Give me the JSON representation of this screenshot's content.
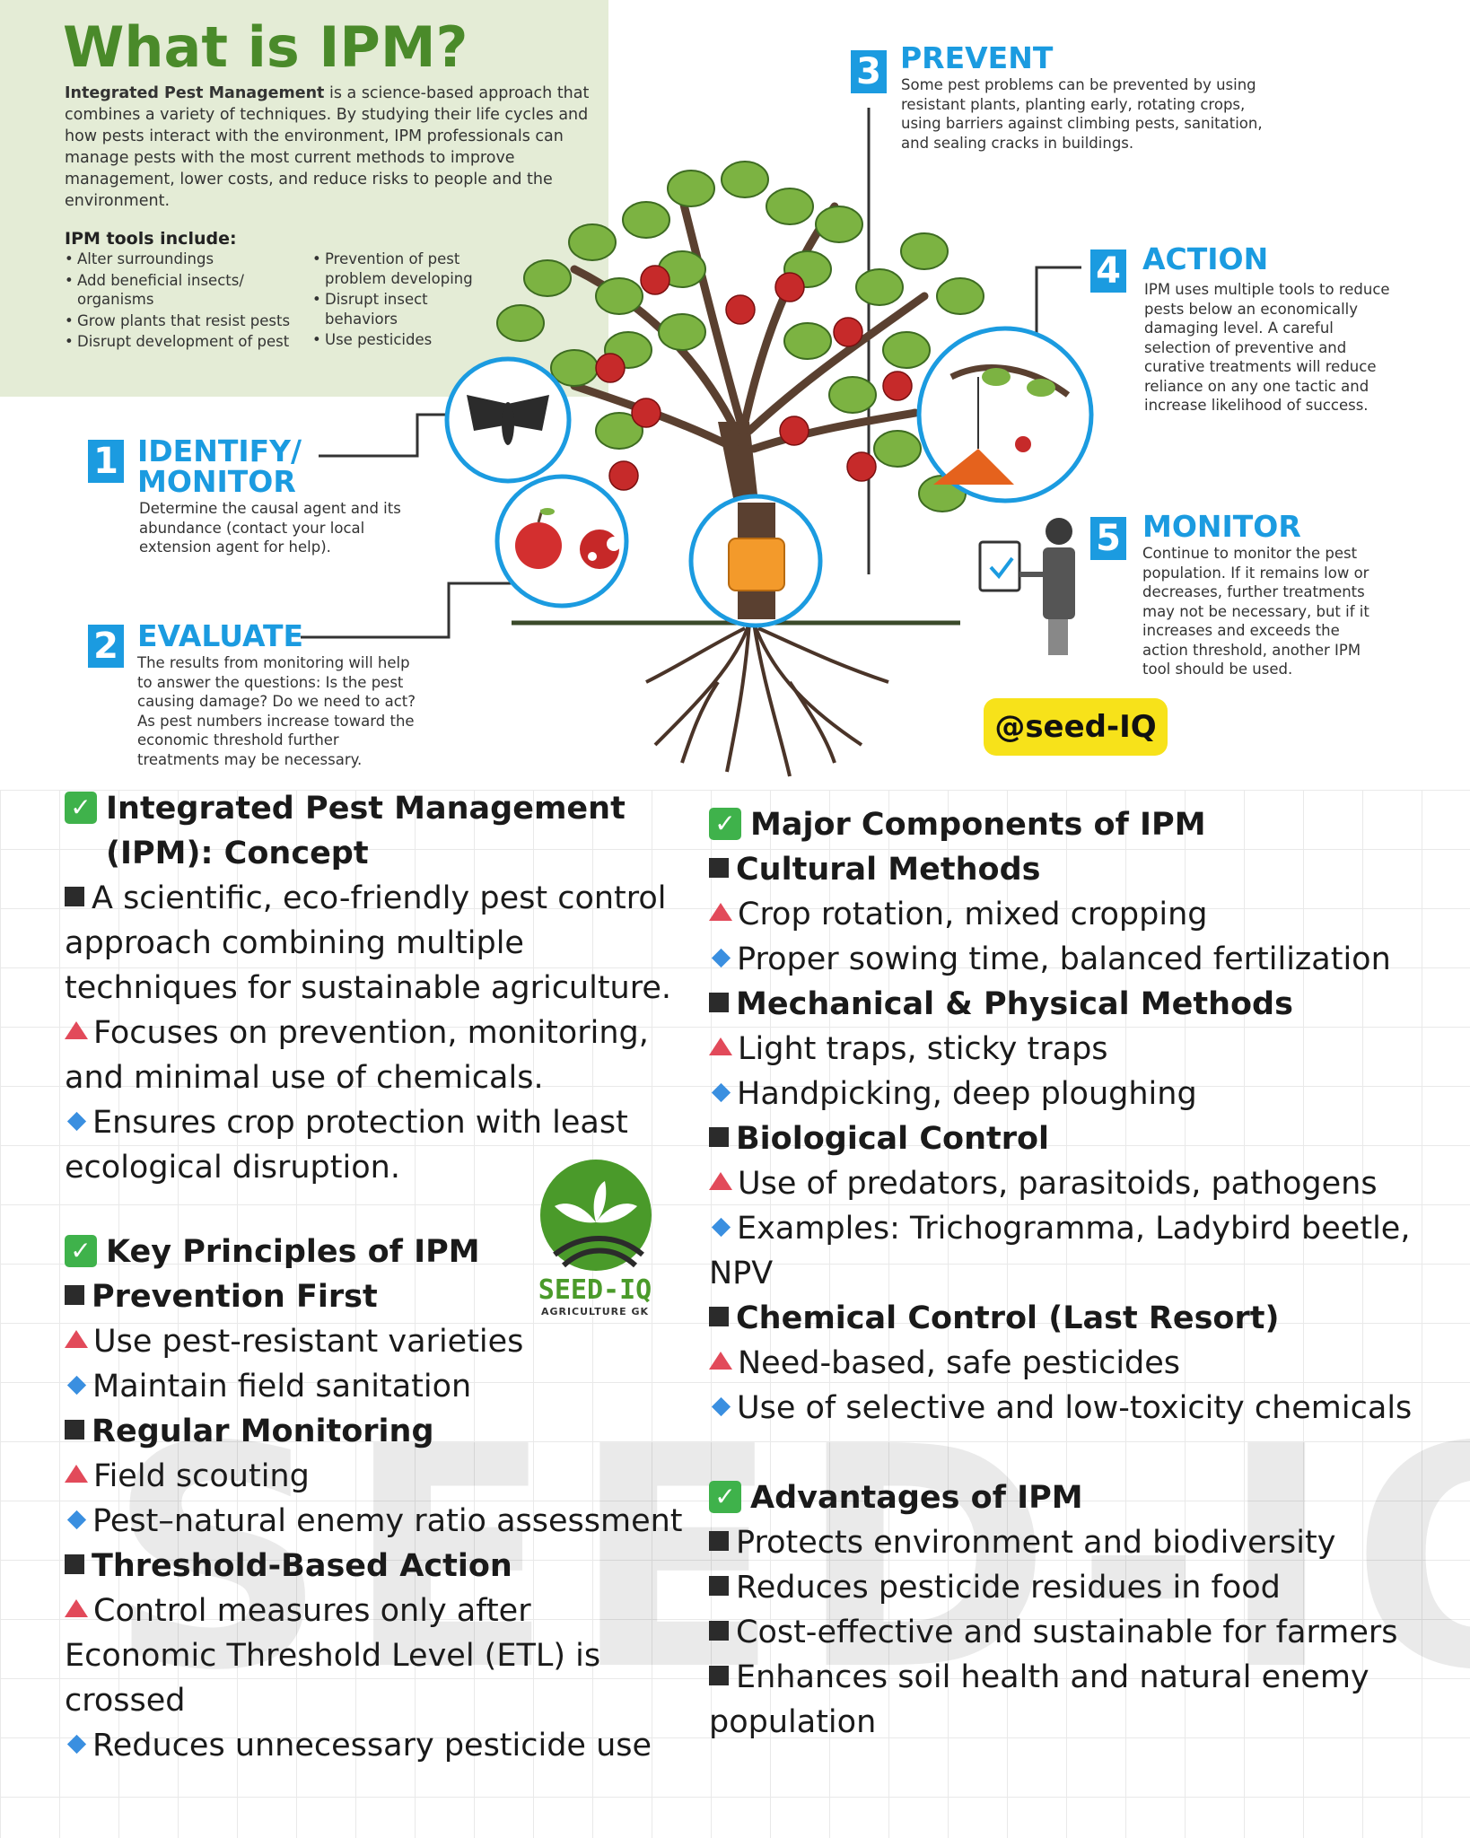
{
  "intro": {
    "title": "What is IPM?",
    "lead_bold": "Integrated Pest Management",
    "lead_rest": " is a science-based approach that combines a variety of techniques. By studying their life cycles and how pests interact with the environment, IPM professionals can manage pests with the most current methods to improve management, lower costs, and reduce risks to people and the environment.",
    "tools_heading": "IPM tools include:",
    "tools_left": [
      "Alter surroundings",
      "Add beneficial insects/ organisms",
      "Grow plants that resist pests",
      "Disrupt development of pest"
    ],
    "tools_right": [
      "Prevention of pest problem developing",
      "Disrupt insect behaviors",
      "Use pesticides"
    ]
  },
  "steps": [
    {
      "num": "1",
      "title": "IDENTIFY/ MONITOR",
      "desc": "Determine the causal agent and its abundance (contact your local extension agent for help)."
    },
    {
      "num": "2",
      "title": "EVALUATE",
      "desc": "The results from monitoring will help to answer the questions: Is the pest causing damage? Do we need to act? As pest numbers increase toward the economic threshold further treatments may be necessary."
    },
    {
      "num": "3",
      "title": "PREVENT",
      "desc": "Some pest problems can be prevented by using resistant plants, planting early, rotating crops, using barriers against climbing pests, sanitation, and sealing cracks in buildings."
    },
    {
      "num": "4",
      "title": "ACTION",
      "desc": "IPM uses multiple tools to reduce pests below an economically damaging level. A careful selection of preventive and curative treatments will reduce reliance on any one tactic and increase likelihood of success."
    },
    {
      "num": "5",
      "title": "MONITOR",
      "desc": "Continue to monitor the pest population. If it remains low or decreases, further treatments may not be necessary, but if it increases and exceeds the action threshold, another IPM tool should be used."
    }
  ],
  "badge": "@seed-IQ",
  "watermark": "SEED-IQ",
  "logo": {
    "name": "SEED-IQ",
    "tagline": "AGRICULTURE GK"
  },
  "left": {
    "concept_title": "Integrated Pest Management (IPM): Concept",
    "concept": [
      "A scientific, eco-friendly pest control approach combining multiple techniques for sustainable agriculture.",
      "Focuses on prevention, monitoring, and minimal use of chemicals.",
      "Ensures crop protection with least ecological disruption."
    ],
    "principles_title": "Key Principles of IPM",
    "p1": {
      "title": "Prevention First",
      "a": "Use pest-resistant varieties",
      "b": "Maintain field sanitation"
    },
    "p2": {
      "title": "Regular Monitoring",
      "a": "Field scouting",
      "b": "Pest–natural enemy ratio assessment"
    },
    "p3": {
      "title": "Threshold-Based Action",
      "a": "Control measures only after Economic Threshold Level (ETL) is crossed",
      "b": "Reduces unnecessary pesticide use"
    }
  },
  "right": {
    "components_title": "Major Components of IPM",
    "c1": {
      "title": "Cultural Methods",
      "a": "Crop rotation, mixed cropping",
      "b": "Proper sowing time, balanced fertilization"
    },
    "c2": {
      "title": "Mechanical & Physical Methods",
      "a": "Light traps, sticky traps",
      "b": "Handpicking, deep ploughing"
    },
    "c3": {
      "title": "Biological Control",
      "a": "Use of predators, parasitoids, pathogens",
      "b": "Examples: Trichogramma, Ladybird beetle, NPV"
    },
    "c4": {
      "title": "Chemical Control (Last Resort)",
      "a": "Need-based, safe pesticides",
      "b": "Use of selective and low-toxicity chemicals"
    },
    "advantages_title": "Advantages of IPM",
    "advantages": [
      "Protects environment and biodiversity",
      "Reduces pesticide residues in food",
      "Cost-effective and sustainable for farmers",
      "Enhances soil health and natural enemy population"
    ]
  }
}
